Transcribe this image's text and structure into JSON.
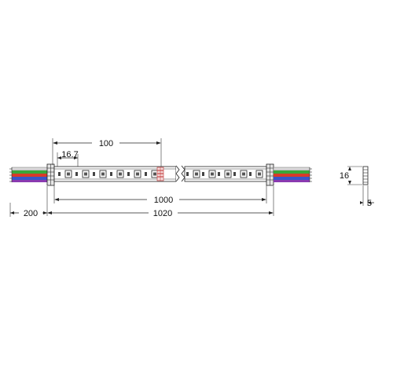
{
  "dimensions": {
    "segment": "100",
    "led_pitch": "16.7",
    "length_cut": "1000",
    "total": "1020",
    "lead": "200",
    "height": "16",
    "width": "5"
  },
  "colors": {
    "wire_white": "#d9d9d9",
    "wire_green": "#3aa63a",
    "wire_red": "#d83a2a",
    "wire_blue": "#3a55c8",
    "wire_purple": "#8a3ab0",
    "cut_marker": "#c84b4b",
    "line": "#222222"
  },
  "strip": {
    "left_leds": 6,
    "right_leds": 5
  }
}
